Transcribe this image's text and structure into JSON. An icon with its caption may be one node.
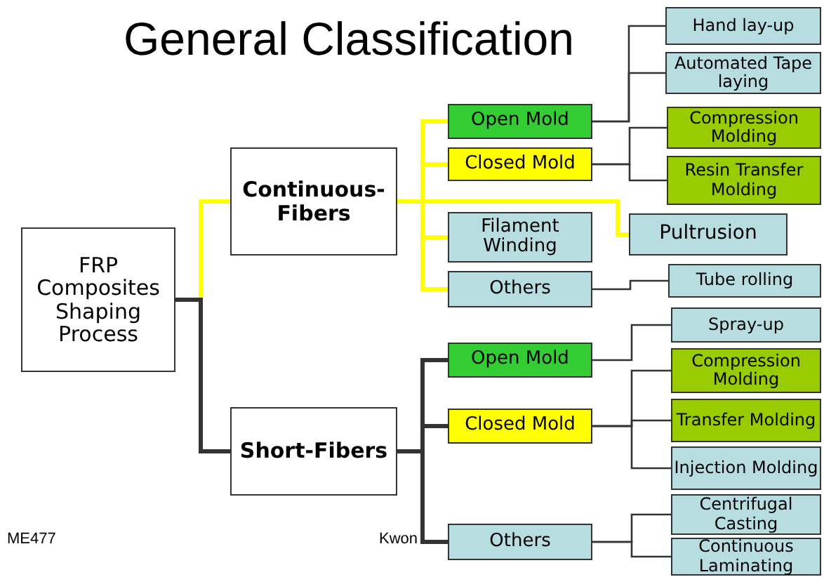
{
  "diagram": {
    "title": "General Classification",
    "nodes": [
      {
        "text": [
          "FRP Composites Shaping Process"
        ]
      },
      {
        "text": [
          "Continuous-Fibers"
        ]
      },
      {
        "text": [
          "Short-Fibers"
        ]
      },
      {
        "text": [
          "Hand lay-up"
        ]
      },
      {
        "text": [
          "Automated Tape laying"
        ]
      },
      {
        "text": [
          "Open Mold"
        ]
      },
      {
        "text": [
          "Compression Molding"
        ]
      },
      {
        "text": [
          "Closed Mold"
        ]
      },
      {
        "text": [
          "Resin Transfer Molding"
        ]
      },
      {
        "text": [
          "Filament Winding"
        ]
      },
      {
        "text": [
          "Pultrusion"
        ]
      },
      {
        "text": [
          "Others"
        ]
      },
      {
        "text": [
          "Tube rolling"
        ]
      },
      {
        "text": [
          "Spray-up"
        ]
      },
      {
        "text": [
          "Open Mold"
        ]
      },
      {
        "text": [
          "Compression Molding"
        ]
      },
      {
        "text": [
          "Closed Mold"
        ]
      },
      {
        "text": [
          "Transfer Molding"
        ]
      },
      {
        "text": [
          "Injection Molding"
        ]
      },
      {
        "text": [
          "Centrifugal Casting"
        ]
      },
      {
        "text": [
          "Others"
        ]
      },
      {
        "text": [
          "Continuous Laminating"
        ]
      }
    ],
    "edges": [
      {
        "from": 0,
        "to": 1,
        "arrow": "none",
        "style": "thick",
        "color": "#ffff00"
      },
      {
        "from": 0,
        "to": 2,
        "arrow": "none",
        "style": "thick"
      },
      {
        "from": 1,
        "to": 5,
        "arrow": "none",
        "style": "thick",
        "color": "#ffff00"
      },
      {
        "from": 1,
        "to": 7,
        "arrow": "none",
        "style": "thick",
        "color": "#ffff00"
      },
      {
        "from": 1,
        "to": 9,
        "arrow": "none",
        "style": "thick",
        "color": "#ffff00"
      },
      {
        "from": 1,
        "to": 10,
        "arrow": "none",
        "style": "thick",
        "color": "#ffff00"
      },
      {
        "from": 1,
        "to": 11,
        "arrow": "none",
        "style": "thick",
        "color": "#ffff00"
      },
      {
        "from": 5,
        "to": 3,
        "arrow": "none"
      },
      {
        "from": 5,
        "to": 4,
        "arrow": "none"
      },
      {
        "from": 7,
        "to": 6,
        "arrow": "none"
      },
      {
        "from": 7,
        "to": 8,
        "arrow": "none"
      },
      {
        "from": 11,
        "to": 12,
        "arrow": "none"
      },
      {
        "from": 2,
        "to": 14,
        "arrow": "none",
        "style": "thick"
      },
      {
        "from": 2,
        "to": 16,
        "arrow": "none",
        "style": "thick"
      },
      {
        "from": 2,
        "to": 20,
        "arrow": "none",
        "style": "thick"
      },
      {
        "from": 14,
        "to": 13,
        "arrow": "none"
      },
      {
        "from": 16,
        "to": 15,
        "arrow": "none"
      },
      {
        "from": 16,
        "to": 17,
        "arrow": "none"
      },
      {
        "from": 16,
        "to": 18,
        "arrow": "none"
      },
      {
        "from": 20,
        "to": 19,
        "arrow": "none"
      },
      {
        "from": 20,
        "to": 21,
        "arrow": "none"
      }
    ],
    "labels": [
      "ME477",
      "Kwon"
    ]
  }
}
